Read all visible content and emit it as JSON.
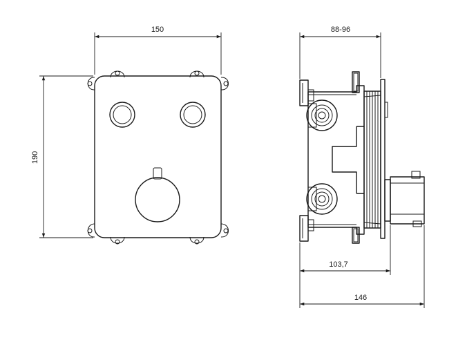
{
  "front_view": {
    "width_label": "150",
    "height_label": "190"
  },
  "side_view": {
    "depth_top_label": "88-96",
    "depth_mid_label": "103,7",
    "depth_total_label": "146"
  }
}
